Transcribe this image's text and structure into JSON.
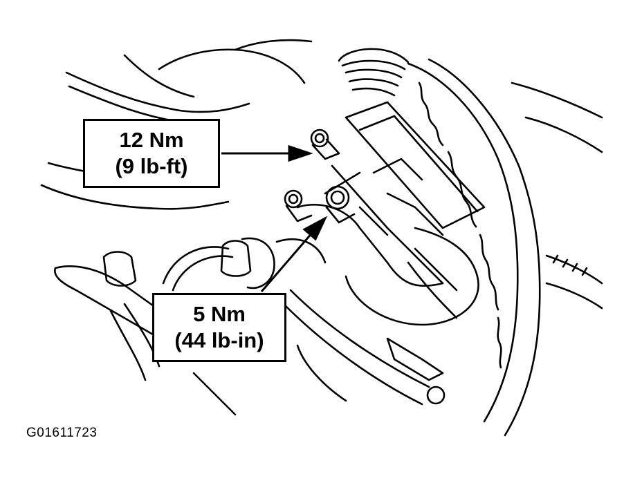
{
  "callouts": {
    "upper": {
      "line1": "12 Nm",
      "line2": "(9 lb-ft)"
    },
    "lower": {
      "line1": "5 Nm",
      "line2": "(44 lb-in)"
    }
  },
  "figure_id": "G01611723",
  "colors": {
    "ink": "#000000",
    "paper": "#ffffff"
  }
}
